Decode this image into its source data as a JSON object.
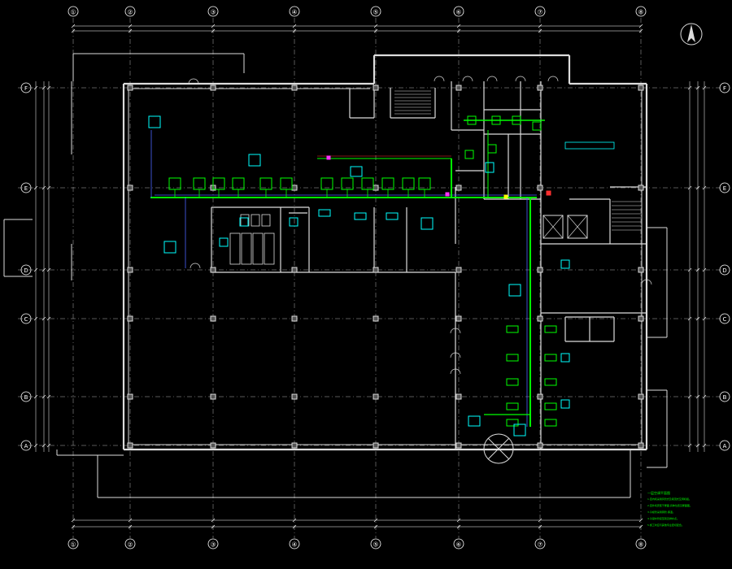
{
  "colors": {
    "background": "#000000",
    "wall": "#dcdcdc",
    "grid": "#b0b0b0",
    "duct_green": "#00ff00",
    "unit_cyan": "#00ffff",
    "pipe_blue": "#4d66ff",
    "pipe_red": "#ff3030",
    "magenta": "#ff33ff",
    "yellow": "#ffff00",
    "dim": "#ffffff"
  },
  "grid": {
    "columns": [
      "①",
      "②",
      "③",
      "④",
      "⑤",
      "⑥",
      "⑦",
      "⑧"
    ],
    "rows": [
      "F",
      "E",
      "D",
      "C",
      "B",
      "A"
    ]
  },
  "notes": {
    "title": "一层空调平面图",
    "lines": [
      "1.室内机采用风管式及吸顶式空调机组。",
      "2.室外机安装于屋面,具体位置见屋面图。",
      "3.冷媒管采用铜管,保温。",
      "4.冷凝水管接至就近排水点。",
      "5.施工时应与其他专业密切配合。"
    ]
  }
}
